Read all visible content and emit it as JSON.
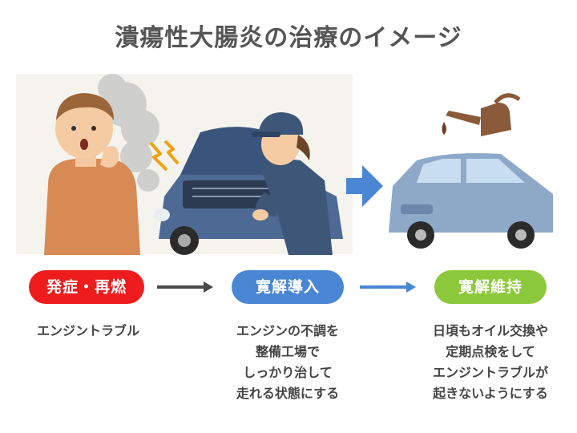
{
  "title": "潰瘍性大腸炎の治療のイメージ",
  "steps": [
    {
      "label": "発症・再燃",
      "color": "#ee1c1c",
      "description": "エンジントラブル"
    },
    {
      "label": "寛解導入",
      "color": "#4a86d4",
      "description": "エンジンの不調を\n整備工場で\nしっかり治して\n走れる状態にする"
    },
    {
      "label": "寛解維持",
      "color": "#8cc83c",
      "description": "日頃もオイル交換や\n定期点検をして\nエンジントラブルが\n起きないようにする"
    }
  ],
  "icons": {
    "arrow_1": "arrow-right-icon",
    "arrow_2": "arrow-right-icon",
    "big_arrow": "arrow-right-icon",
    "oil_can": "oil-can-icon"
  },
  "colors": {
    "car": "#4c6a93",
    "healthy_car": "#8ea8c8",
    "oil": "#8a5a3a",
    "sweater": "#d88a55",
    "uniform": "#3e5778"
  }
}
